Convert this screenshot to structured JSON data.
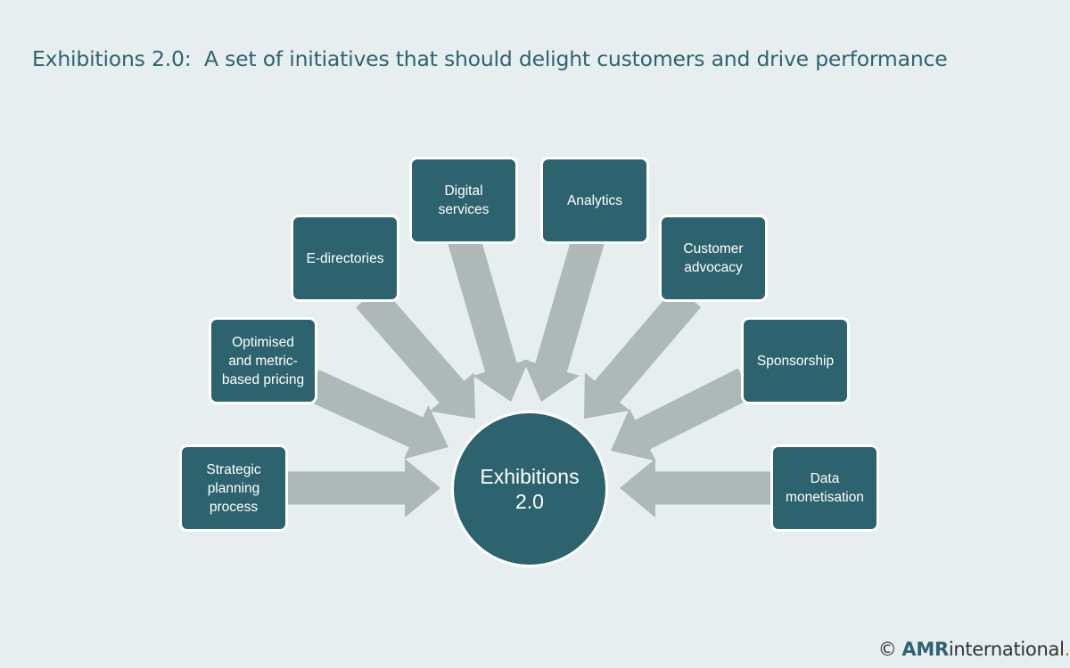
{
  "title": "Exhibitions 2.0:  A set of initiatives that should delight customers and drive performance",
  "colors": {
    "background": "#e6eef0",
    "node_fill": "#2d636e",
    "node_border": "#ffffff",
    "arrow": "#adb8b8",
    "title_text": "#2e6470",
    "brand_accent": "#e0643a"
  },
  "hub": {
    "label": "Exhibitions\n2.0"
  },
  "initiatives": [
    {
      "id": "strategic-planning",
      "label": "Strategic\nplanning\nprocess"
    },
    {
      "id": "optimised-pricing",
      "label": "Optimised\nand metric-\nbased pricing"
    },
    {
      "id": "e-directories",
      "label": "E-directories"
    },
    {
      "id": "digital-services",
      "label": "Digital\nservices"
    },
    {
      "id": "analytics",
      "label": "Analytics"
    },
    {
      "id": "customer-advocacy",
      "label": "Customer\nadvocacy"
    },
    {
      "id": "sponsorship",
      "label": "Sponsorship"
    },
    {
      "id": "data-monetisation",
      "label": "Data\nmonetisation"
    }
  ],
  "footer": {
    "copyright_symbol": "©",
    "brand_bold": "AMR",
    "brand_light": "international",
    "brand_dot": "."
  }
}
